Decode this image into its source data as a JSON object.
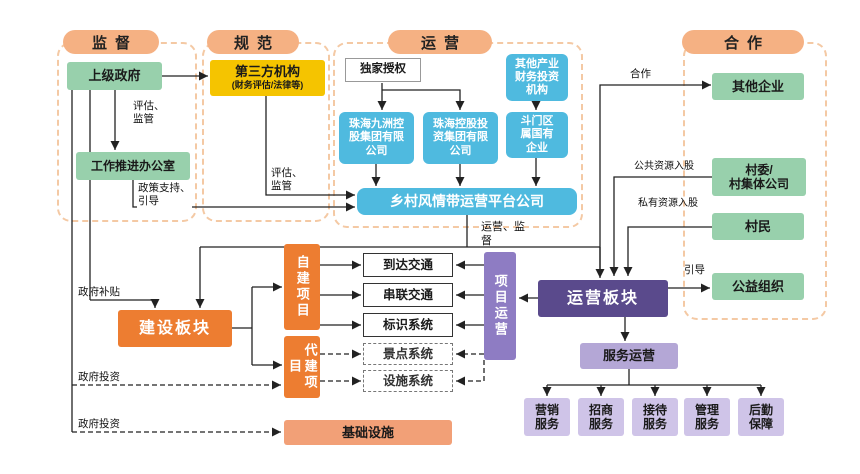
{
  "groups": {
    "supervision": "监督",
    "standard": "规范",
    "operation": "运营",
    "cooperation": "合作"
  },
  "nodes": {
    "higher_gov": "上级政府",
    "work_office": "工作推进办公室",
    "third_party": "第三方机构",
    "third_party_sub": "(财务评估/法律等)",
    "exclusive_auth": "独家授权",
    "other_investors": "其他产业\n财务投资\n机构",
    "jiuzhou": "珠海九洲控\n股集团有限\n公司",
    "zhuhai_holding": "珠海控股投\n资集团有限\n公司",
    "doumen_soe": "斗门区\n属国有\n企业",
    "platform": "乡村风情带运营平台公司",
    "other_company": "其他企业",
    "village_committee": "村委/\n村集体公司",
    "villager": "村民",
    "charity": "公益组织",
    "construction": "建设板块",
    "self_build": "自建项目",
    "agent_build": "代建项目",
    "arrival_traffic": "到达交通",
    "serial_traffic": "串联交通",
    "sign_system": "标识系统",
    "scenic_system": "景点系统",
    "facility_system": "设施系统",
    "project_op": "项目运营",
    "operation_sector": "运营板块",
    "service_op": "服务运营",
    "services": [
      "营销\n服务",
      "招商\n服务",
      "接待\n服务",
      "管理\n服务",
      "后勤\n保障"
    ],
    "infrastructure": "基础设施"
  },
  "labels": {
    "assess_1": "评估、\n监管",
    "assess_2": "评估、\n监管",
    "policy": "政策支持、\n引导",
    "op_supervise": "运营、监\n督",
    "cooperate": "合作",
    "public_share": "公共资源入股",
    "private_share": "私有资源入股",
    "guide": "引导",
    "subsidy": "政府补贴",
    "invest_1": "政府投资",
    "invest_2": "政府投资"
  },
  "colors": {
    "group_accent": "#F5B183",
    "green": "#98D0AC",
    "yellow": "#F5C400",
    "blue": "#4FBADF",
    "orange": "#ED7D31",
    "salmon": "#F2A077",
    "purple_dark": "#5A4A8C",
    "purple_mid": "#8E7CC3",
    "purple_light": "#CFC4E8",
    "line": "#222222"
  }
}
